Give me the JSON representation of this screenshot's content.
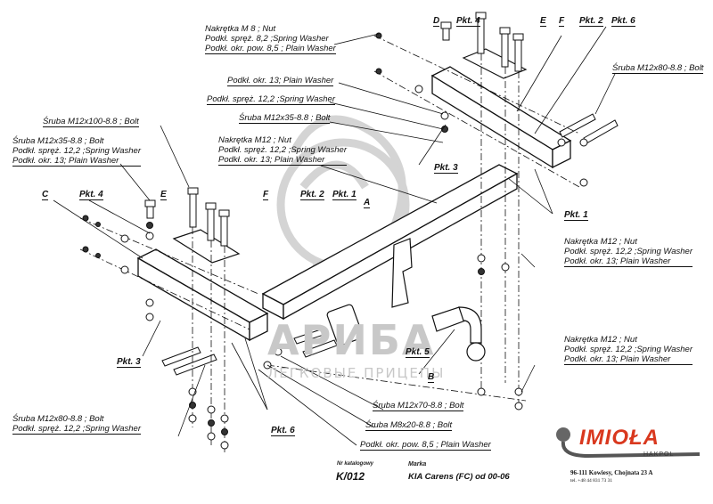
{
  "diagram": {
    "type": "exploded assembly drawing",
    "subject": "tow bar (hak holowniczy) mounting kit"
  },
  "watermark": {
    "brand": "АРИБА",
    "tagline": "ЛЕГКОВЫЕ ПРИЦЕПЫ"
  },
  "labels": {
    "top_nut_m8": [
      "Nakrętka  M 8 ; Nut",
      "Podkł. spręż. 8,2 ;Spring Washer",
      "Podkł. okr. pow. 8,5 ; Plain Washer"
    ],
    "plain_washer_13": "Podkł. okr. 13; Plain Washer",
    "spring_washer_12": "Podkł. spręż. 12,2 ;Spring Washer",
    "bolt_m12x35": "Śruba M12x35-8.8 ;  Bolt",
    "nut_m12_center": [
      "Nakrętka  M12 ; Nut",
      "Podkł. spręż. 12,2 ;Spring Washer",
      "Podkł. okr. 13; Plain Washer"
    ],
    "left_bolt_group": [
      "Śruba M12x35-8.8 ;  Bolt",
      "Podkł. spręż. 12,2 ;Spring Washer",
      "Podkł. okr. 13; Plain Washer"
    ],
    "bolt_m12x100": "Śruba M12x100-8.8 ;  Bolt",
    "bolt_m12x80_right": "Śruba M12x80-8.8 ;  Bolt",
    "nut_m12_right_upper": [
      "Nakrętka  M12 ; Nut",
      "Podkł. spręż. 12,2 ;Spring Washer",
      "Podkł. okr. 13; Plain Washer"
    ],
    "nut_m12_right_lower": [
      "Nakrętka  M12 ; Nut",
      "Podkł. spręż. 12,2 ;Spring Washer",
      "Podkł. okr. 13; Plain Washer"
    ],
    "bolt_m12x80_left": [
      "Śruba M12x80-8.8 ;  Bolt",
      "Podkł. spręż. 12,2 ;Spring Washer"
    ],
    "bolt_m12x70": "Śruba M12x70-8.8 ;  Bolt",
    "bolt_m8x20": "Śruba M8x20-8.8 ;  Bolt",
    "plain_washer_8_5": "Podkł. okr. pow. 8,5 ; Plain Washer"
  },
  "part_tags": {
    "A": "A",
    "B": "B",
    "C": "C",
    "D": "D",
    "E_right": "E",
    "F_right": "F",
    "E_left": "E",
    "F_left": "F",
    "pkt1_top": "Pkt. 1",
    "pkt1_right": "Pkt. 1",
    "pkt2_top": "Pkt. 2",
    "pkt2_left": "Pkt. 2",
    "pkt3_right": "Pkt. 3",
    "pkt3_left": "Pkt. 3",
    "pkt4_right": "Pkt. 4",
    "pkt4_left": "Pkt. 4",
    "pkt5": "Pkt. 5",
    "pkt6_right": "Pkt. 6",
    "pkt6_left": "Pkt. 6"
  },
  "footer": {
    "catalog_label": "Nr katalogowy",
    "catalog_number": "K/012",
    "brand_label": "Marka",
    "vehicle": "KIA Carens (FC)    od  00-06"
  },
  "manufacturer": {
    "name": "IMIOŁA",
    "sub": "HAKPOL",
    "address": "96-111 Kowiesy, Chojnata 23 A",
    "phone": "tel. +48 44 831 73 31",
    "accent_color": "#d9381e"
  }
}
